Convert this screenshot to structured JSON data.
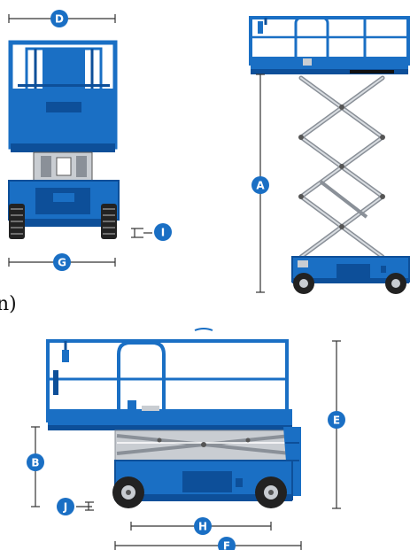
{
  "colors": {
    "lift_blue": "#1a6fc4",
    "lift_blue_dark": "#0d4f99",
    "platform_light": "#3a8ad8",
    "steel": "#c9cdd2",
    "steel_dark": "#8a9098",
    "tire": "#222222",
    "line": "#333333",
    "badge": "#1a6fc4",
    "badge_text": "#ffffff"
  },
  "dimension_labels": {
    "A": "A",
    "B": "B",
    "D": "D",
    "E": "E",
    "F": "F",
    "G": "G",
    "H": "H",
    "I": "I",
    "J": "J"
  },
  "caption_fragment": "n)",
  "views": {
    "front": "front-view",
    "side_raised": "side-view-raised",
    "side_stowed": "side-view-stowed"
  }
}
